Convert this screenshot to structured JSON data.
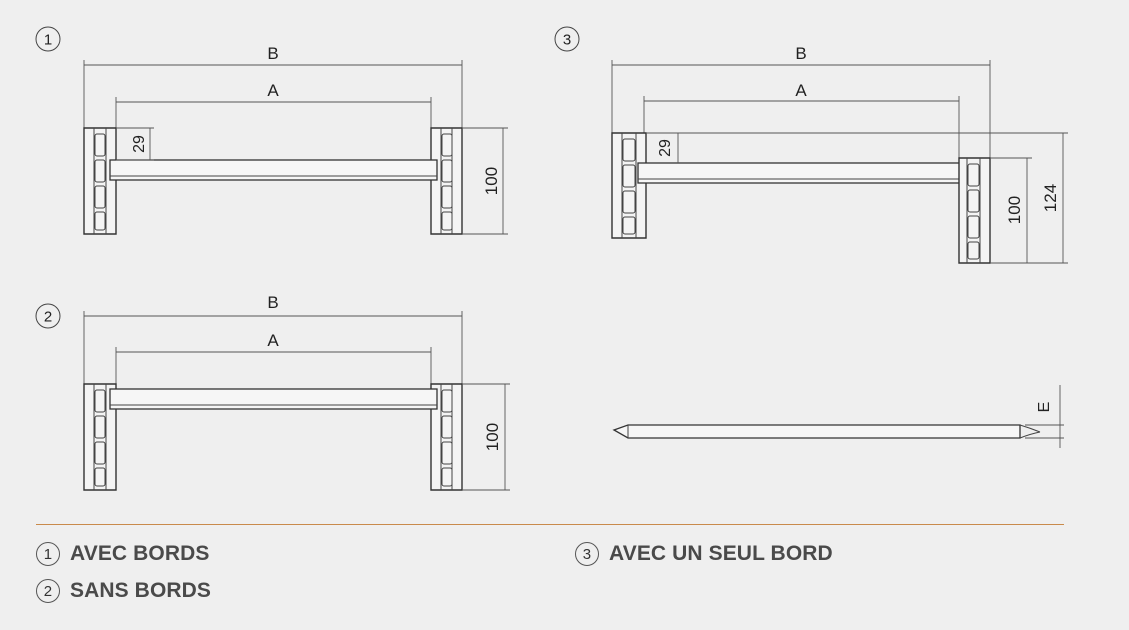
{
  "figures": [
    {
      "number": "1",
      "dim_b": "B",
      "dim_a": "A",
      "dim_29": "29",
      "dim_100": "100"
    },
    {
      "number": "2",
      "dim_b": "B",
      "dim_a": "A",
      "dim_100": "100"
    },
    {
      "number": "3",
      "dim_b": "B",
      "dim_a": "A",
      "dim_29": "29",
      "dim_100": "100",
      "dim_124": "124"
    }
  ],
  "thickness_detail": {
    "label": "E"
  },
  "legend": [
    {
      "number": "1",
      "label": "AVEC BORDS"
    },
    {
      "number": "2",
      "label": "SANS BORDS"
    },
    {
      "number": "3",
      "label": "AVEC UN SEUL BORD"
    }
  ],
  "colors": {
    "background": "#efefef",
    "divider": "#c98a4b",
    "lines": "#333333"
  }
}
